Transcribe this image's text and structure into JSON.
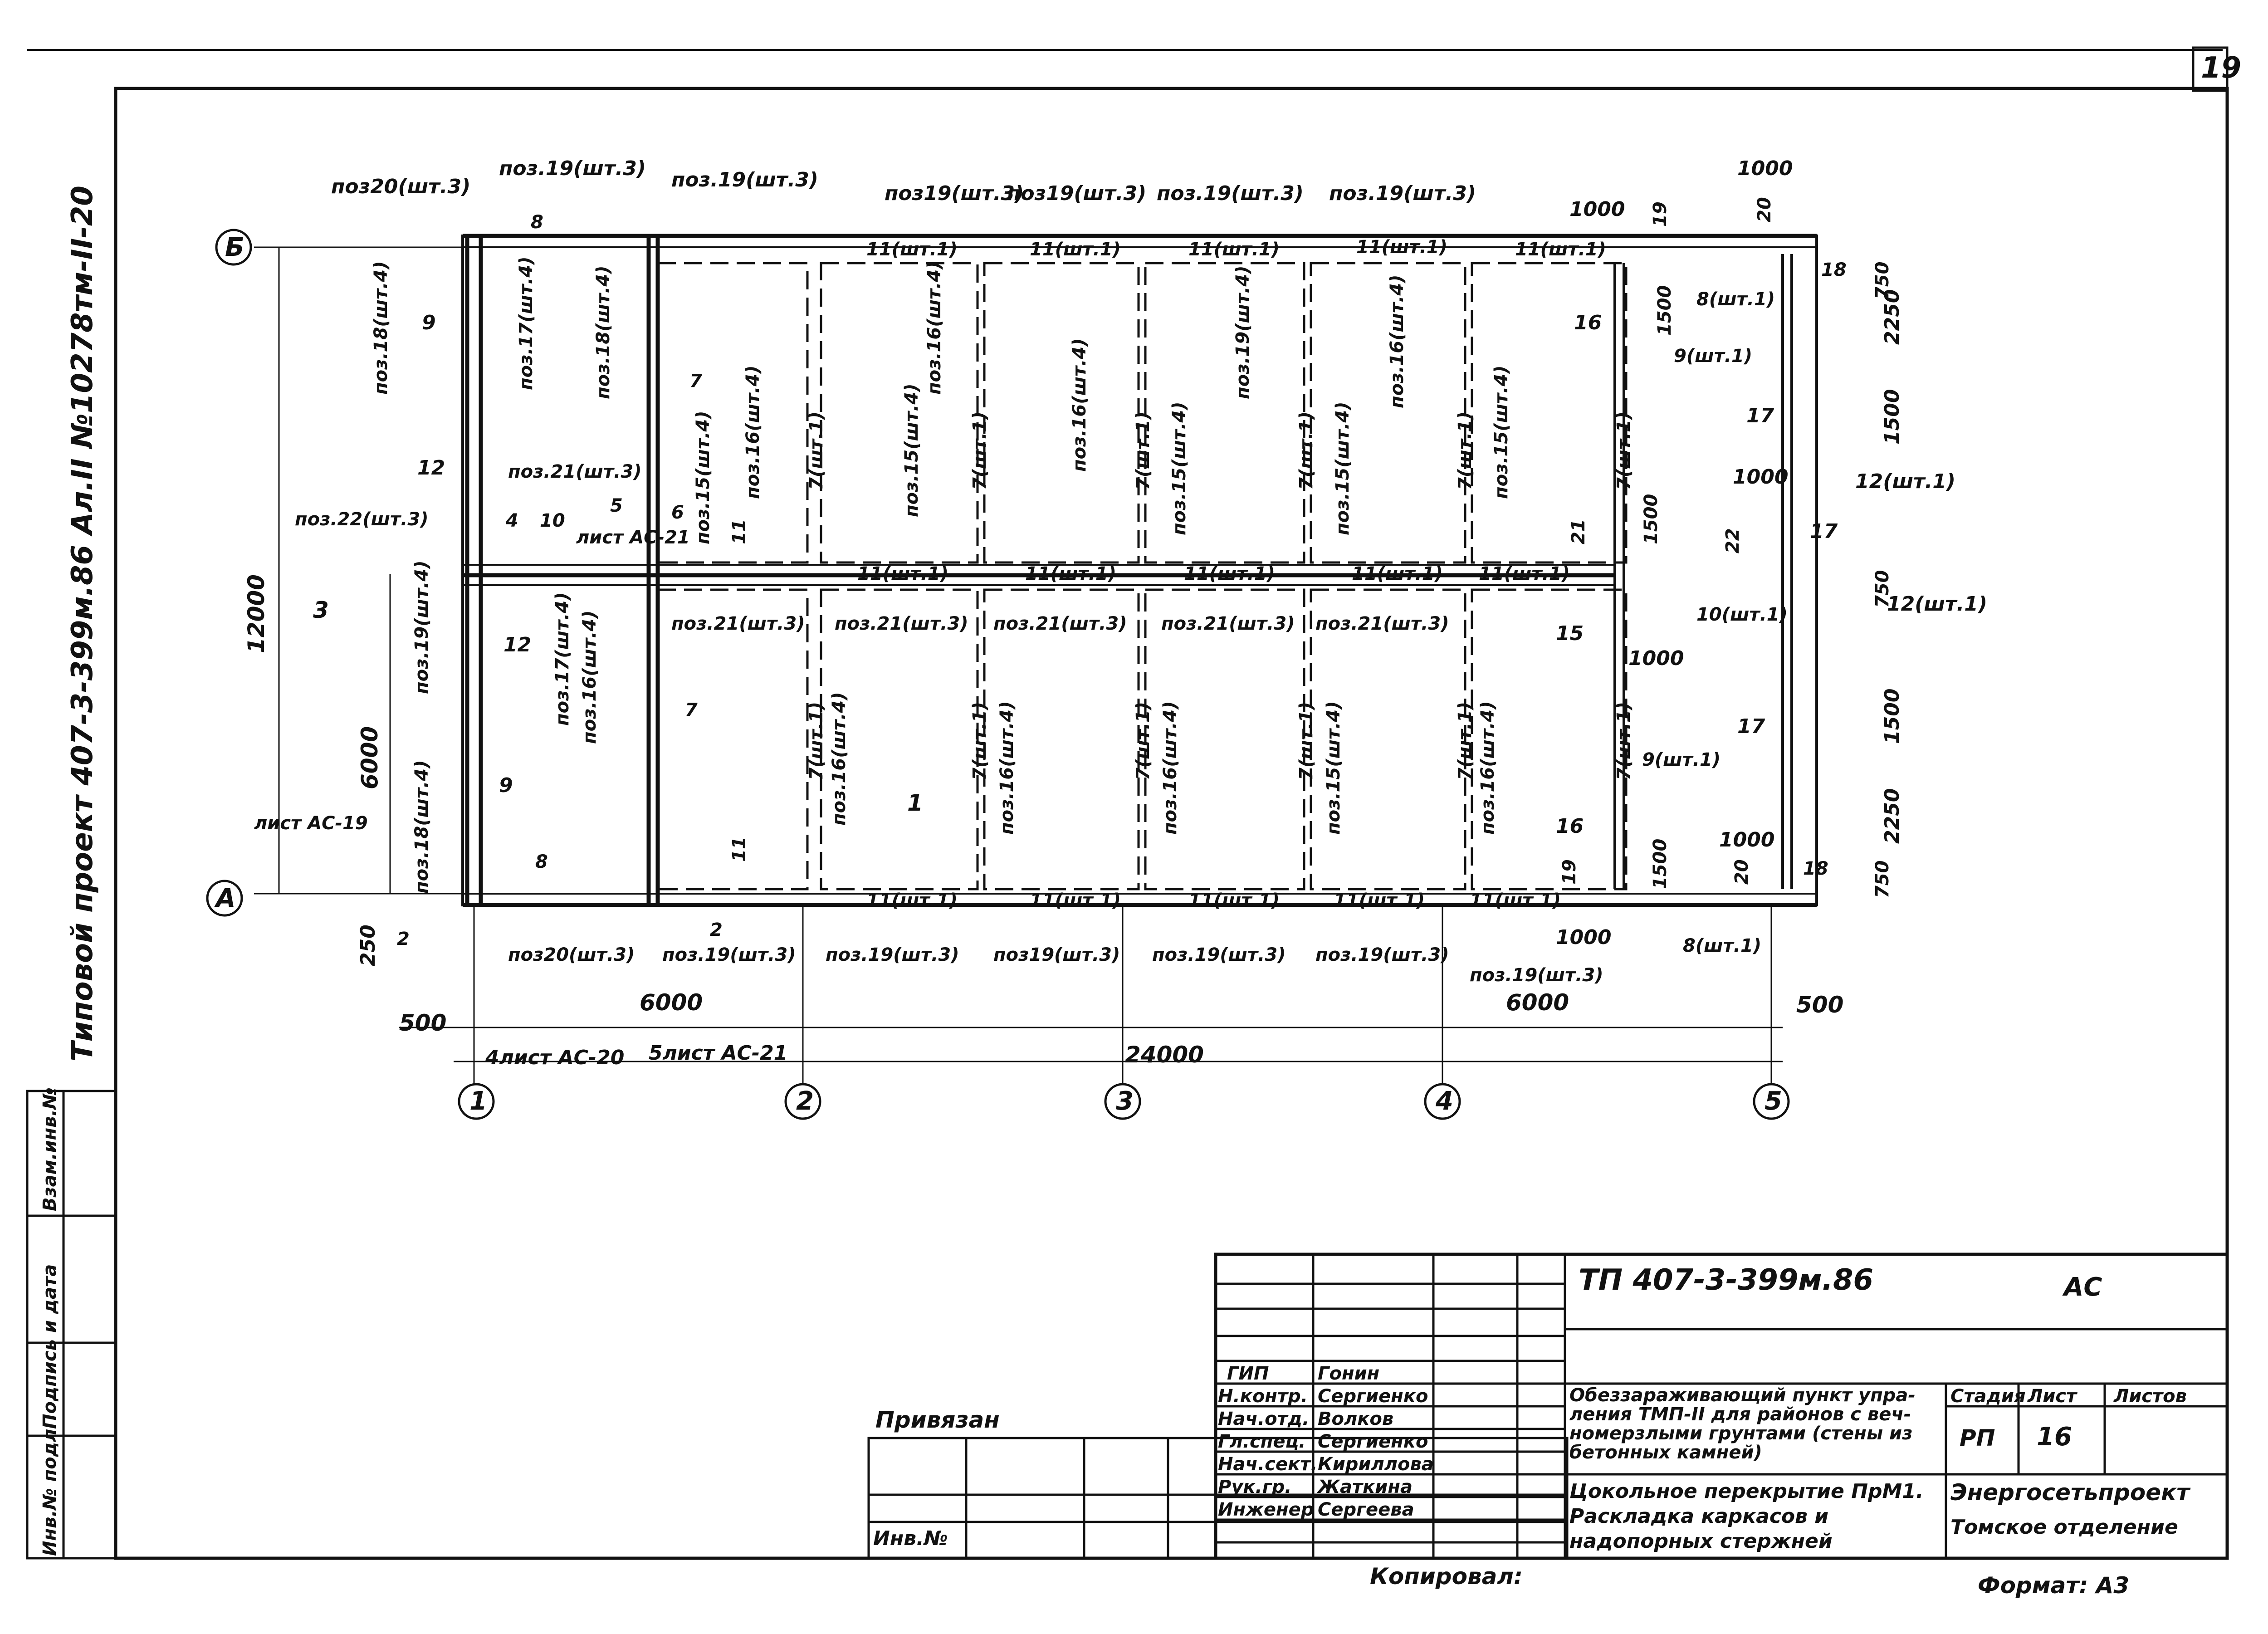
{
  "sheet_number": "19",
  "side_label": "Типовой проект 407-3-399м.86 Ал.II №10278тм-II-20",
  "side_stamp": [
    "Инв.№ подл",
    "Подпись и дата",
    "Взам.инв.№"
  ],
  "plan": {
    "axes_letters": [
      "Б",
      "А"
    ],
    "axes_numbers": [
      "1",
      "2",
      "3",
      "4",
      "5"
    ],
    "dims": {
      "total_width": "24000",
      "total_height": "12000",
      "bay_6000": "6000",
      "half_6000": "6000",
      "edge_500": "500",
      "edge_250": "250",
      "d1000": "1000",
      "d1500": "1500",
      "d2250": "2250",
      "d750": "750",
      "d20": "20",
      "d19": "19",
      "d18": "18",
      "d21": "21",
      "d22": "22"
    },
    "labels_top": [
      "поз20(шт.3)",
      "поз.19(шт.3)",
      "поз.19(шт.3)",
      "поз19(шт.3)",
      "поз19(шт.3)",
      "поз.19(шт.3)",
      "поз.19(шт.3)"
    ],
    "labels_bottom": [
      "поз20(шт.3)",
      "поз.19(шт.3)",
      "поз.19(шт.3)",
      "поз19(шт.3)",
      "поз.19(шт.3)",
      "поз.19(шт.3)",
      "поз.19(шт.3)"
    ],
    "label_11": "11(шт.1)",
    "label_7": "7(шт.1)",
    "label_poz15": "поз.15(шт.4)",
    "label_poz16": "поз.16(шт.4)",
    "label_poz21": "поз.21(шт.3)",
    "label_poz22": "поз.22(шт.3)",
    "label_poz17": "поз.17(шт.4)",
    "label_poz18": "поз.18(шт.4)",
    "label_poz19v": "поз.19(шт.4)",
    "labels_right": [
      "8(шт.1)",
      "9(шт.1)",
      "12(шт.1)",
      "10(шт.1)",
      "12(шт.1)",
      "9(шт.1)",
      "8(шт.1)"
    ],
    "small_marks": [
      "3",
      "9",
      "12",
      "4",
      "10",
      "5",
      "6",
      "7",
      "8",
      "2",
      "16",
      "15",
      "17",
      "1",
      "11",
      "21"
    ],
    "section_refs": [
      "лист АС-21",
      "лист АС-19",
      "4лист АС-20",
      "5лист АС-21"
    ]
  },
  "title_block": {
    "code": "ТП 407-3-399м.86",
    "mark": "АС",
    "object_title": "Обеззараживающий пункт упра-ления ТМП-II для районов с веч-номерзлыми грунтами (стены из бетонных камней)",
    "sheet_title": "Цокольное перекрытие ПрМ1. Раскладка каркасов и надопорных стержней",
    "stage_hdr": "Стадия",
    "sheet_hdr": "Лист",
    "sheets_hdr": "Листов",
    "stage": "РП",
    "sheet": "16",
    "org1": "Энергосетьпроект",
    "org2": "Томское отделение",
    "bound": "Привязан",
    "inv": "Инв.№",
    "copied": "Копировал:",
    "format": "Формат: А3",
    "people": [
      {
        "role": "ГИП",
        "name": "Гонин"
      },
      {
        "role": "Н.контр.",
        "name": "Сергиенко"
      },
      {
        "role": "Нач.отд.",
        "name": "Волков"
      },
      {
        "role": "Гл.спец.",
        "name": "Сергиенко"
      },
      {
        "role": "Нач.сект.",
        "name": "Кириллова"
      },
      {
        "role": "Рук.гр.",
        "name": "Жаткина"
      },
      {
        "role": "Инженер",
        "name": "Сергеева"
      }
    ]
  }
}
